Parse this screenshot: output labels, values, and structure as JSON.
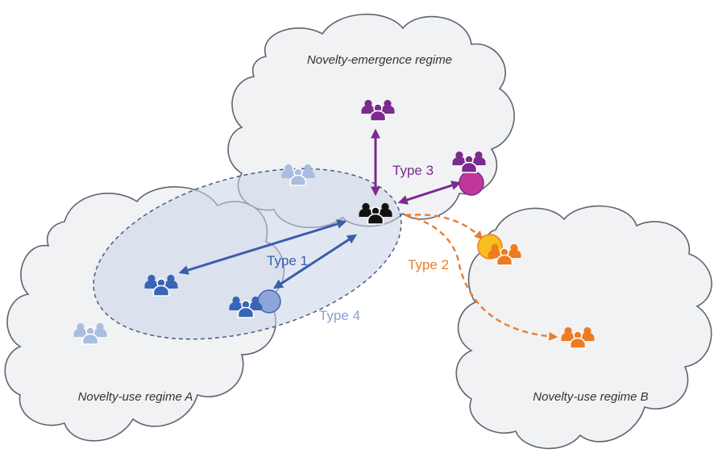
{
  "regimes": {
    "emergence": "Novelty-emergence regime",
    "use_a": "Novelty-use regime A",
    "use_b": "Novelty-use regime B"
  },
  "types": {
    "type1": "Type 1",
    "type2": "Type 2",
    "type3": "Type 3",
    "type4": "Type 4"
  },
  "colors": {
    "cloud_fill": "#f1f2f4",
    "cloud_stroke": "#5e6470",
    "ellipse_fill": "#c9d3e8",
    "black_group": "#111111",
    "purple_group": "#7b2a8e",
    "magenta_circle": "#c0379a",
    "dark_blue_group": "#3a64b8",
    "light_blue_group": "#a9bde0",
    "orange_group": "#ee7b22",
    "yellow_circle": "#f7bf1b",
    "type1_color": "#3a5ea8",
    "type2_color": "#ea7d2c",
    "type3_color": "#7b2a8e",
    "type4_color": "#8aa2d1"
  },
  "icons": {
    "group": "people-group-icon"
  }
}
